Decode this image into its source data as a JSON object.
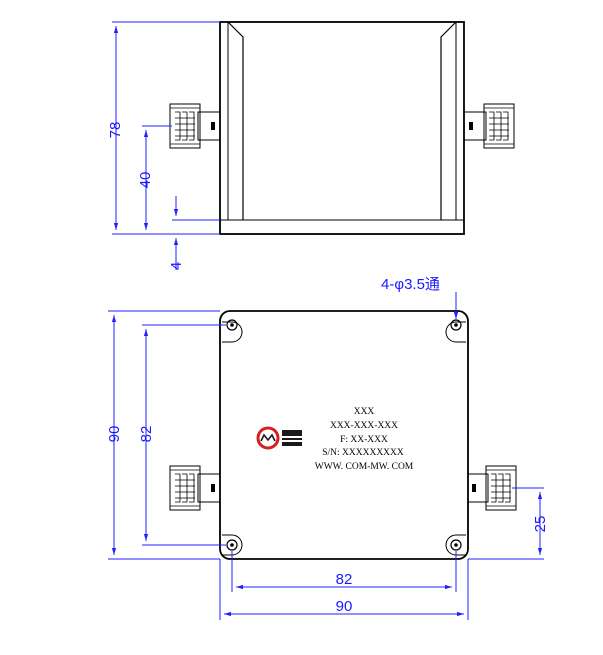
{
  "colors": {
    "dimension": "#2020ff",
    "outline": "#000000",
    "logo_red": "#d42020",
    "logo_dark": "#1a1a1a"
  },
  "side_view": {
    "dim_height_total": "78",
    "dim_connector_height": "40",
    "dim_base_offset": "4"
  },
  "top_view": {
    "hole_note": "4-φ3.5通",
    "dim_height_outer": "90",
    "dim_height_holes": "82",
    "dim_width_holes": "82",
    "dim_width_outer": "90",
    "dim_connector_offset": "25"
  },
  "product_label": {
    "line1": "XXX",
    "line2": "XXX-XXX-XXX",
    "line3": "F: XX-XXX",
    "line4": "S/N: XXXXXXXXX",
    "line5": "WWW. COM-MW. COM"
  },
  "logo": {
    "icon": "com-mw-logo"
  }
}
